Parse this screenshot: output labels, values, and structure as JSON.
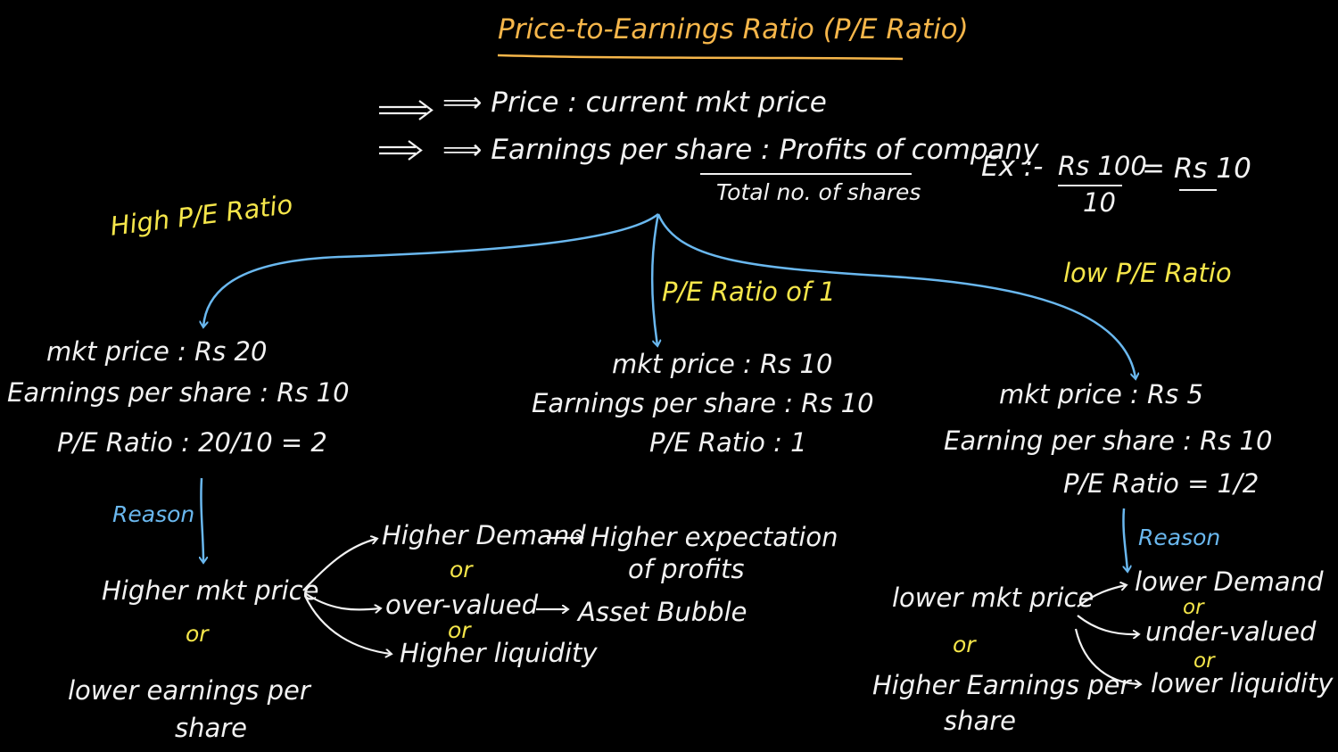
{
  "title": "Price-to-Earnings Ratio (P/E Ratio)",
  "definitions": {
    "price": "⟹ Price : current mkt price",
    "eps": "⟹ Earnings per share : Profits of company",
    "eps_denominator": "Total no. of shares"
  },
  "example": {
    "prefix": "Ex :-",
    "numerator": "Rs 100",
    "denominator": "10",
    "result": "= Rs 10"
  },
  "high": {
    "heading": "High P/E Ratio",
    "mkt_price": "mkt price : Rs 20",
    "eps": "Earnings per share : Rs 10",
    "ratio": "P/E Ratio : 20/10 = 2",
    "reason": "Reason",
    "cause1": "Higher mkt price",
    "or": "or",
    "cause2a": "lower earnings per",
    "cause2b": "share",
    "outcome1": "Higher Demand",
    "outcome1_result_a": "Higher expectation",
    "outcome1_result_b": "of profits",
    "or1": "or",
    "outcome2": "over-valued",
    "outcome2_result": "Asset Bubble",
    "or2": "or",
    "outcome3": "Higher liquidity"
  },
  "one": {
    "heading": "P/E Ratio of 1",
    "mkt_price": "mkt price : Rs 10",
    "eps": "Earnings per share : Rs 10",
    "ratio": "P/E Ratio : 1"
  },
  "low": {
    "heading": "low P/E Ratio",
    "mkt_price": "mkt price : Rs 5",
    "eps": "Earning per share : Rs 10",
    "ratio": "P/E Ratio = 1/2",
    "reason": "Reason",
    "cause1": "lower mkt price",
    "or": "or",
    "cause2a": "Higher Earnings per",
    "cause2b": "share",
    "outcome1": "lower Demand",
    "or1": "or",
    "outcome2": "under-valued",
    "or2": "or",
    "outcome3": "lower liquidity"
  },
  "colors": {
    "background": "#000000",
    "title": "#f6b64a",
    "heading": "#f5e64a",
    "arrow": "#6ab8ef",
    "text": "#f2f2f2"
  }
}
